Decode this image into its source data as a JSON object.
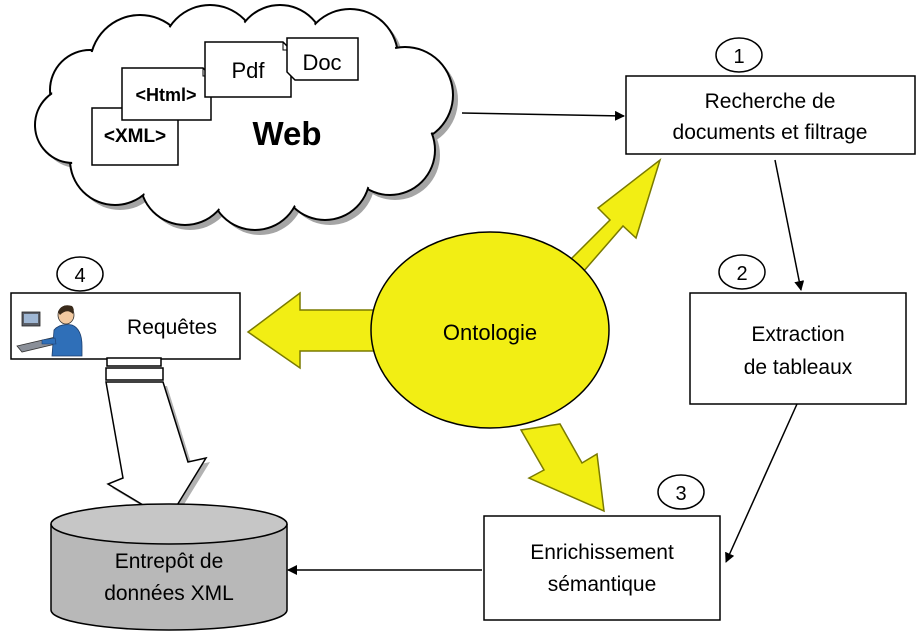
{
  "cloud": {
    "label": "Web",
    "documents": {
      "xml": "<XML>",
      "html": "<Html>",
      "pdf": "Pdf",
      "doc": "Doc"
    }
  },
  "steps": [
    {
      "number": "1",
      "lines": [
        "Recherche de",
        "documents et filtrage"
      ]
    },
    {
      "number": "2",
      "lines": [
        "Extraction",
        "de tableaux"
      ]
    },
    {
      "number": "3",
      "lines": [
        "Enrichissement",
        "sémantique"
      ]
    },
    {
      "number": "4",
      "lines": [
        "Requêtes"
      ]
    }
  ],
  "center": {
    "label": "Ontologie"
  },
  "warehouse": {
    "lines": [
      "Entrepôt de",
      "données XML"
    ]
  },
  "colors": {
    "ontology_fill": "#f2ee14",
    "ontology_arrow": "#f2ee14",
    "warehouse_fill": "#b8b8b8",
    "cloud_fill": "#ffffff",
    "stroke": "#000000"
  },
  "icons": {
    "user": "person-at-computer-icon"
  }
}
